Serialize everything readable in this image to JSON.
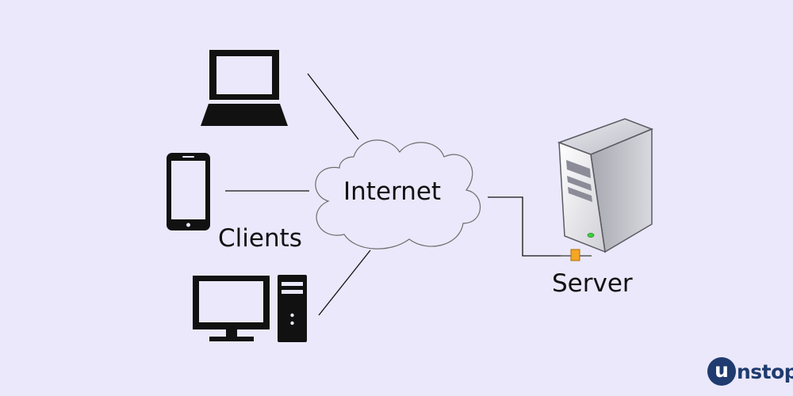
{
  "diagram": {
    "cloud_label": "Internet",
    "clients_label": "Clients",
    "server_label": "Server"
  },
  "nodes": [
    {
      "id": "laptop",
      "icon": "laptop-icon",
      "group": "Clients"
    },
    {
      "id": "smartphone",
      "icon": "smartphone-icon",
      "group": "Clients"
    },
    {
      "id": "desktop",
      "icon": "desktop-computer-icon",
      "group": "Clients"
    },
    {
      "id": "internet",
      "icon": "cloud-icon"
    },
    {
      "id": "server",
      "icon": "server-tower-icon"
    }
  ],
  "edges": [
    {
      "from": "laptop",
      "to": "internet"
    },
    {
      "from": "smartphone",
      "to": "internet"
    },
    {
      "from": "desktop",
      "to": "internet"
    },
    {
      "from": "internet",
      "to": "server"
    }
  ],
  "brand": {
    "logo_letter": "u",
    "logo_rest": "nstop"
  },
  "colors": {
    "background": "#ebe8fb",
    "icon_black": "#111111",
    "brand_navy": "#1f3b6f",
    "connector_orange": "#f5a623",
    "server_led": "#3ecf3e"
  }
}
